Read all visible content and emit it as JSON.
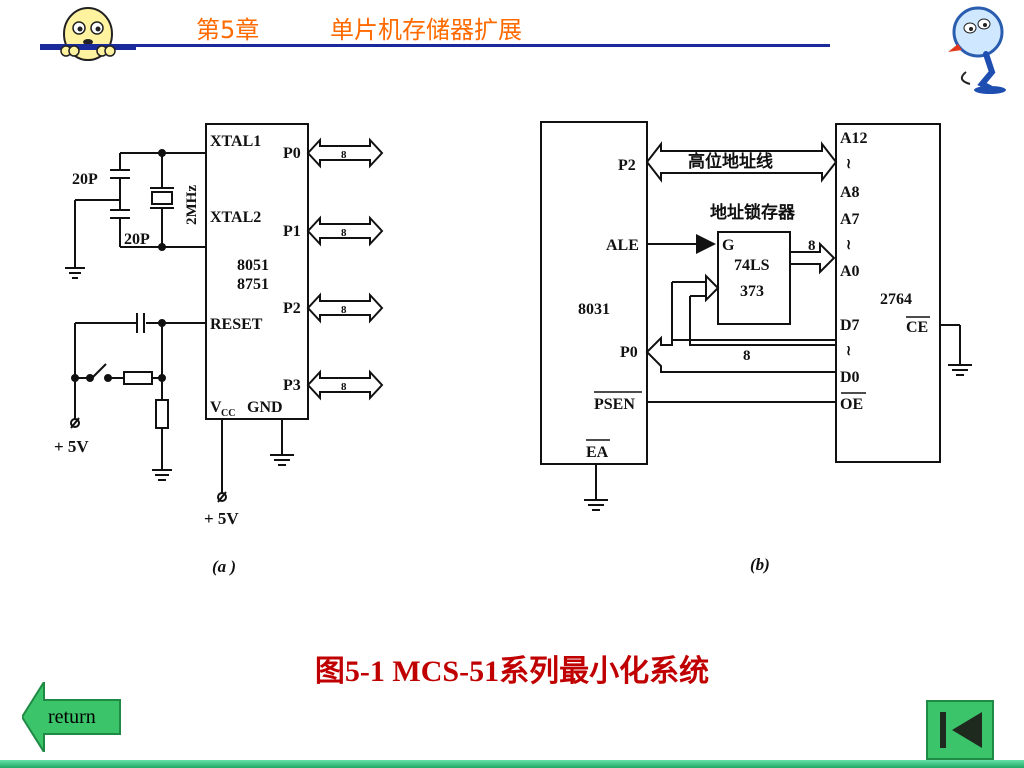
{
  "header": {
    "chapter": "第5章",
    "title": "单片机存储器扩展"
  },
  "diagram_a": {
    "cap_top": "20P",
    "cap_bottom": "20P",
    "crystal": "2MHz",
    "xtal1": "XTAL1",
    "xtal2": "XTAL2",
    "chip_line1": "8051",
    "chip_line2": "8751",
    "reset": "RESET",
    "vcc": "V",
    "vcc_sub": "CC",
    "gnd": "GND",
    "ports": [
      "P0",
      "P1",
      "P2",
      "P3"
    ],
    "bus_width": "8",
    "supply_left": "+ 5V",
    "supply_bottom": "+ 5V",
    "label": "(a )"
  },
  "diagram_b": {
    "p2": "P2",
    "ale": "ALE",
    "cpu": "8031",
    "p0": "P0",
    "psen": "PSEN",
    "ea": "EA",
    "high_addr": "高位地址线",
    "latch_title": "地址锁存器",
    "latch_g": "G",
    "latch_line1": "74LS",
    "latch_line2": "373",
    "bus_width": "8",
    "pins": [
      "A12",
      "≀",
      "A8",
      "A7",
      "≀",
      "A0",
      "D7",
      "≀",
      "D0"
    ],
    "chip": "2764",
    "ce": "CE",
    "oe": "OE",
    "label": "(b)"
  },
  "caption": "图5-1  MCS-51系列最小化系统",
  "nav": {
    "return_label": "return"
  },
  "colors": {
    "header_text": "#ff6a00",
    "header_rule": "#1a2a9a",
    "caption": "#c00000",
    "button_green": "#3cc46a"
  }
}
